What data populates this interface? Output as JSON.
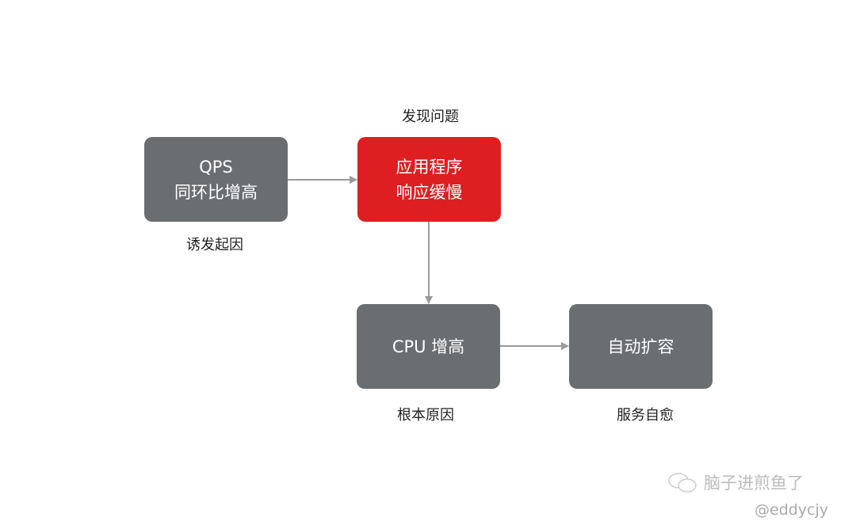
{
  "nodes": {
    "qps": {
      "line1": "QPS",
      "line2": "同环比增高",
      "caption": "诱发起因",
      "color": "#6b6e71"
    },
    "app": {
      "line1": "应用程序",
      "line2": "响应缓慢",
      "caption": "发现问题",
      "color": "#dd1f22"
    },
    "cpu": {
      "line1": "CPU 增高",
      "caption": "根本原因",
      "color": "#6b6e71"
    },
    "scale": {
      "line1": "自动扩容",
      "caption": "服务自愈",
      "color": "#6b6e71"
    }
  },
  "edges": [
    {
      "from": "qps",
      "to": "app"
    },
    {
      "from": "app",
      "to": "cpu"
    },
    {
      "from": "cpu",
      "to": "scale"
    }
  ],
  "watermark": {
    "name": "脑子进煎鱼了",
    "handle": "@eddycjy",
    "icon": "wechat-icon"
  }
}
